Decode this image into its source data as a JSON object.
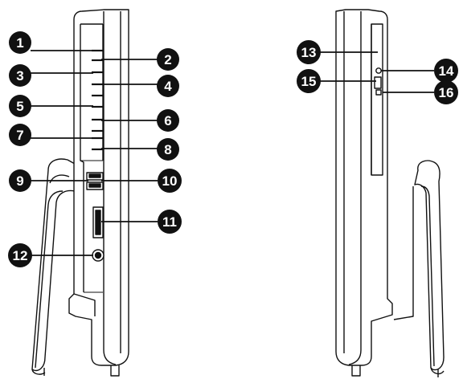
{
  "figure": {
    "callouts": [
      {
        "number": "1",
        "device": "left"
      },
      {
        "number": "2",
        "device": "left"
      },
      {
        "number": "3",
        "device": "left"
      },
      {
        "number": "4",
        "device": "left"
      },
      {
        "number": "5",
        "device": "left"
      },
      {
        "number": "6",
        "device": "left"
      },
      {
        "number": "7",
        "device": "left"
      },
      {
        "number": "8",
        "device": "left"
      },
      {
        "number": "9",
        "device": "left"
      },
      {
        "number": "10",
        "device": "left"
      },
      {
        "number": "11",
        "device": "left"
      },
      {
        "number": "12",
        "device": "left"
      },
      {
        "number": "13",
        "device": "right"
      },
      {
        "number": "14",
        "device": "right"
      },
      {
        "number": "15",
        "device": "right"
      },
      {
        "number": "16",
        "device": "right"
      }
    ]
  }
}
